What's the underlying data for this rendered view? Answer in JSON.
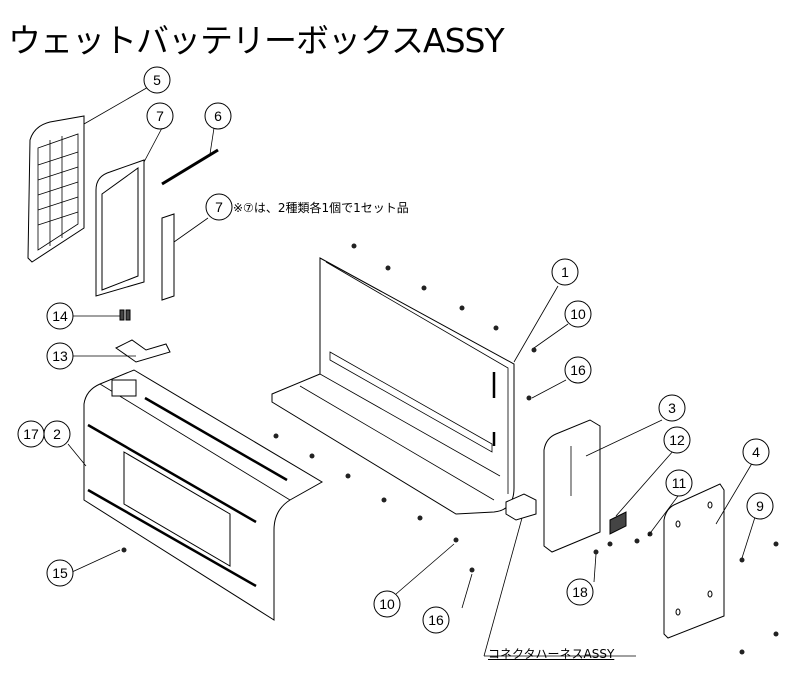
{
  "title": "ウェットバッテリーボックスASSY",
  "note": "※⑦は、2種類各1個で1セット品",
  "harness_label": "コネクタハーネスASSY",
  "callouts": [
    {
      "id": "c1",
      "label": "1"
    },
    {
      "id": "c2",
      "label": "2"
    },
    {
      "id": "c3",
      "label": "3"
    },
    {
      "id": "c4",
      "label": "4"
    },
    {
      "id": "c5",
      "label": "5"
    },
    {
      "id": "c6",
      "label": "6"
    },
    {
      "id": "c7a",
      "label": "7"
    },
    {
      "id": "c7b",
      "label": "7"
    },
    {
      "id": "c9",
      "label": "9"
    },
    {
      "id": "c10a",
      "label": "10"
    },
    {
      "id": "c10b",
      "label": "10"
    },
    {
      "id": "c11",
      "label": "11"
    },
    {
      "id": "c12",
      "label": "12"
    },
    {
      "id": "c13",
      "label": "13"
    },
    {
      "id": "c14",
      "label": "14"
    },
    {
      "id": "c15",
      "label": "15"
    },
    {
      "id": "c16a",
      "label": "16"
    },
    {
      "id": "c16b",
      "label": "16"
    },
    {
      "id": "c17",
      "label": "17"
    },
    {
      "id": "c18",
      "label": "18"
    }
  ]
}
